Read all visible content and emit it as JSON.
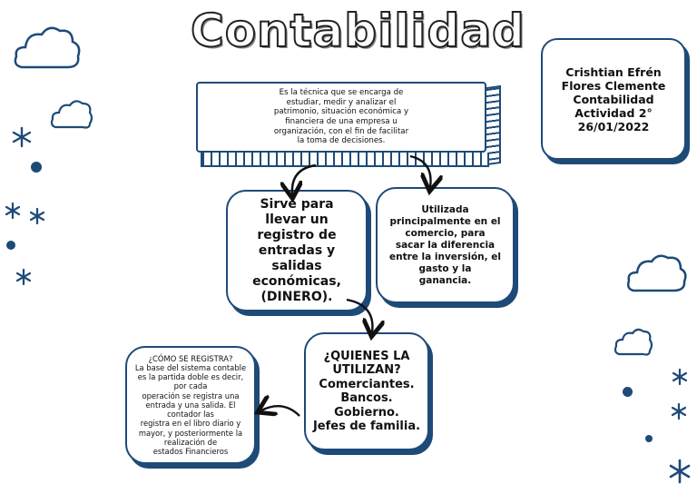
{
  "title": "Contabilidad",
  "definition": {
    "lines": [
      "Es la técnica que se encarga de",
      "estudiar, medir y analizar el",
      "patrimonio, situación económica y",
      "financiera de una empresa u",
      "organización, con el fin de facilitar",
      "la toma de decisiones."
    ]
  },
  "info": {
    "lines": [
      "Crishtian Efrén",
      "Flores Clemente",
      "Contabilidad",
      "Actividad  2°",
      "26/01/2022"
    ]
  },
  "registro": {
    "lines": [
      "Sirve para",
      "llevar un",
      "registro de",
      "entradas y",
      "salidas",
      "económicas,",
      "(DINERO)."
    ]
  },
  "utilizada": {
    "lines": [
      "Utilizada",
      "principalmente en el",
      "comercio, para",
      "sacar la diferencia",
      "entre la inversión, el",
      "gasto y la",
      "ganancia."
    ]
  },
  "quienes": {
    "lines": [
      "¿QUIENES LA",
      "UTILIZAN?",
      "Comerciantes.",
      "Bancos.",
      "Gobierno.",
      "Jefes de familia."
    ]
  },
  "registra": {
    "lines": [
      "¿CÓMO SE REGISTRA?",
      "La base del sistema contable",
      "es la partida doble es decir,",
      "por cada",
      "operación se registra una",
      "entrada y una salida. El",
      "contador las",
      "registra en el libro diario y",
      "mayor, y posteriormente la",
      "realización de",
      "estados Financieros"
    ]
  },
  "colors": {
    "outline": "#1e4a78",
    "dot": "#1e4a78",
    "ink": "#111111"
  },
  "icons": [
    "cloud-icon",
    "star-icon",
    "dot-icon",
    "arrow-icon"
  ]
}
